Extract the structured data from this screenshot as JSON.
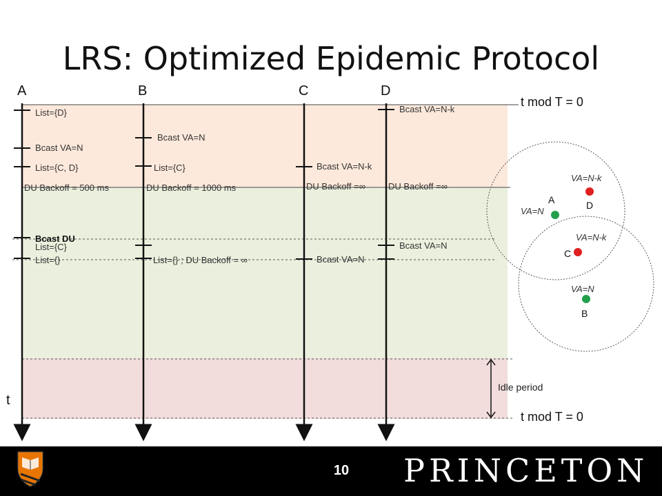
{
  "title": "LRS: Optimized Epidemic Protocol",
  "timelines": [
    "A",
    "B",
    "C",
    "D"
  ],
  "time_axis_label": "t",
  "side_labels": {
    "top": "t mod T = 0",
    "bottom": "t mod T = 0",
    "idle": "Idle period"
  },
  "events": {
    "a1": "List={D}",
    "a2": "Bcast VA=N",
    "a3": "List={C, D}",
    "a4": "DU Backoff = 500 ms",
    "a5": "Bcast DU",
    "a6": "List={C}",
    "a7": "List={}",
    "b1": "Bcast VA=N",
    "b2": "List={C}",
    "b3": "DU Backoff = 1000 ms",
    "b4": "List={} ;  DU Backoff = ∞",
    "c1": "Bcast VA=N-k",
    "c2": "DU Backoff =∞",
    "c3": "Bcast VA=N",
    "d1": "Bcast VA=N-k",
    "d2": "DU Backoff =∞",
    "d3": "Bcast VA=N"
  },
  "network": {
    "nodes": {
      "A": {
        "label": "A",
        "va": "VA=N",
        "color": "#22a04b"
      },
      "D": {
        "label": "D",
        "va": "VA=N-k",
        "color": "#e02020"
      },
      "C": {
        "label": "C",
        "va": "VA=N-k",
        "color": "#e02020"
      },
      "B": {
        "label": "B",
        "va": "VA=N",
        "color": "#22a04b"
      }
    }
  },
  "colors": {
    "phase1": "#fde9dc",
    "phase2": "#ebf0de",
    "phase3": "#f2dcdc"
  },
  "footer": {
    "page_number": "10",
    "brand": "PRINCETON"
  }
}
